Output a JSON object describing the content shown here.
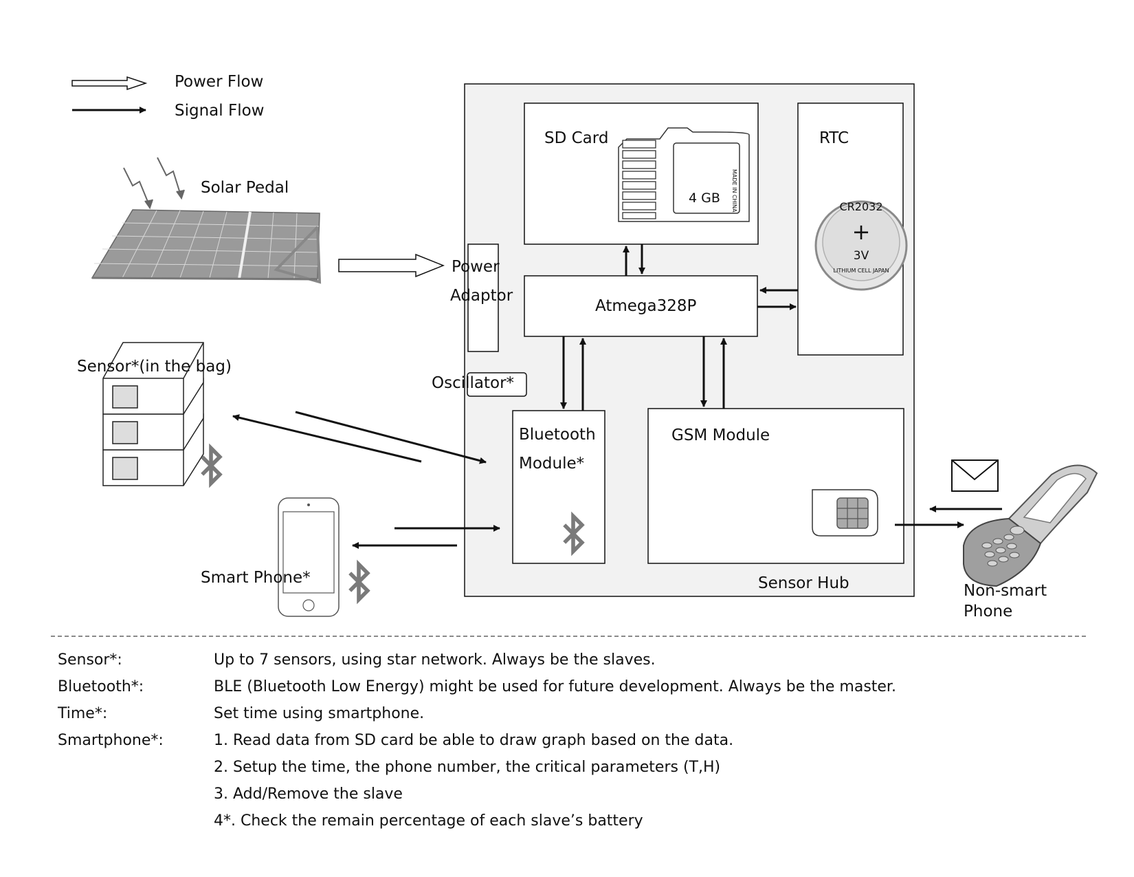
{
  "legend": {
    "power_flow": "Power Flow",
    "signal_flow": "Signal Flow"
  },
  "components": {
    "solar_pedal": "Solar Pedal",
    "power_adaptor_line1": "Power",
    "power_adaptor_line2": "Adaptor",
    "sd_card": "SD Card",
    "sd_card_capacity": "4 GB",
    "sd_card_side_text": "MADE IN CHINA",
    "rtc": "RTC",
    "battery_model": "CR2032",
    "battery_plus": "+",
    "battery_voltage": "3V",
    "battery_maker": "LITHIUM CELL JAPAN",
    "mcu": "Atmega328P",
    "oscillator": "Oscillator*",
    "sensor": "Sensor*(in the bag)",
    "bluetooth_line1": "Bluetooth",
    "bluetooth_line2": "Module*",
    "gsm": "GSM Module",
    "smart_phone": "Smart Phone*",
    "sensor_hub": "Sensor Hub",
    "non_smart_line1": "Non-smart",
    "non_smart_line2": "Phone"
  },
  "notes": [
    {
      "term": "Sensor*:",
      "lines": [
        "Up to 7 sensors, using star network. Always be the slaves."
      ]
    },
    {
      "term": "Bluetooth*:",
      "lines": [
        "BLE (Bluetooth Low Energy) might be used for future development. Always be the master."
      ]
    },
    {
      "term": "Time*:",
      "lines": [
        "Set time using smartphone."
      ]
    },
    {
      "term": "Smartphone*:",
      "lines": [
        "1. Read data from SD card be able to draw graph based on the data.",
        "2. Setup the time, the phone number, the critical parameters (T,H)",
        "3. Add/Remove the slave",
        "4*. Check the remain percentage of each slave’s battery"
      ]
    }
  ],
  "colors": {
    "hub_fill": "#f2f2f2",
    "line": "#111111",
    "icon_gray": "#7a7a7a"
  },
  "icons": {
    "bluetooth": "bluetooth-icon",
    "envelope": "envelope-icon",
    "sim": "sim-card-icon",
    "lightning": "lightning-icon"
  }
}
